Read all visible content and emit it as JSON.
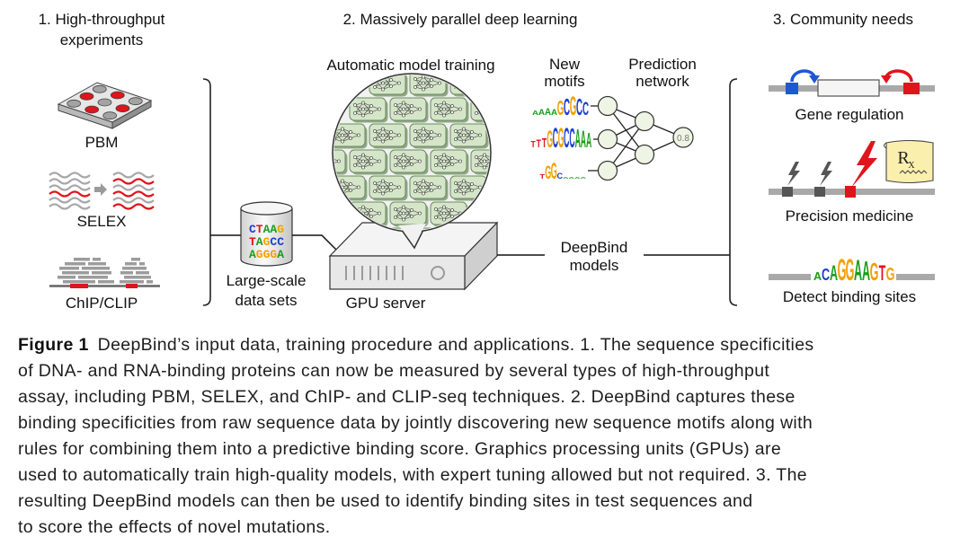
{
  "section1": {
    "title_lines": [
      "1. High-throughput",
      "experiments"
    ],
    "pbm_label": "PBM",
    "selex_label": "SELEX",
    "chip_clip_label": "ChIP/CLIP"
  },
  "section2": {
    "title": "2. Massively parallel deep learning",
    "training_label": "Automatic model training",
    "motifs_label_lines": [
      "New",
      "motifs"
    ],
    "network_label_lines": [
      "Prediction",
      "network"
    ],
    "network_output_value": "0.8",
    "datasets": {
      "sequences": [
        "CTAAG",
        "TAGCC",
        "AGGGA"
      ],
      "label_lines": [
        "Large-scale",
        "data sets"
      ]
    },
    "gpu_label": "GPU server",
    "models_label_lines": [
      "DeepBind",
      "models"
    ],
    "motif_logos": [
      {
        "letters": "AAAAGCGCC",
        "weights": [
          0.25,
          0.3,
          0.35,
          0.3,
          0.75,
          0.85,
          0.95,
          0.85,
          0.7
        ]
      },
      {
        "letters": "TTTGCGCCAAA",
        "weights": [
          0.3,
          0.35,
          0.45,
          0.8,
          0.95,
          0.95,
          0.95,
          0.9,
          0.85,
          0.8,
          0.7
        ]
      },
      {
        "letters": "TGGCAAAA",
        "weights": [
          0.25,
          0.7,
          0.8,
          0.3,
          0.1,
          0.1,
          0.08,
          0.08
        ]
      }
    ]
  },
  "section3": {
    "title": "3. Community needs",
    "gene_regulation_label": "Gene regulation",
    "precision_medicine_label": "Precision medicine",
    "prescription": {
      "symbol": "R",
      "subscript": "X"
    },
    "binding_sites_label": "Detect binding sites",
    "binding_logo": {
      "letters": "ACAGGAAGTG",
      "weights": [
        0.35,
        0.5,
        0.65,
        0.95,
        0.95,
        0.9,
        0.85,
        0.75,
        0.65,
        0.55
      ]
    }
  },
  "colors": {
    "A": "#1a9e1a",
    "C": "#1d3fd0",
    "G": "#f2a100",
    "T": "#e0141a",
    "highlight_red": "#e0141a",
    "regulator_blue": "#1d57d6",
    "model_tile": "#d5e6c8",
    "network_node": "#eef5e4",
    "prescription_paper": "#fbefae"
  },
  "caption": {
    "label": "Figure 1",
    "lines": [
      "DeepBind’s input data, training procedure and applications. 1. The sequence specificities",
      "of DNA- and RNA-binding proteins can now be measured by several types of high-throughput",
      "assay, including PBM, SELEX, and ChIP- and CLIP-seq techniques. 2. DeepBind captures these",
      "binding specificities from raw sequence data by jointly discovering new sequence motifs along with",
      "rules for combining them into a predictive binding score. Graphics processing units (GPUs) are",
      "used to automatically train high-quality models, with expert tuning allowed but not required. 3. The",
      "resulting DeepBind models can then be used to identify binding sites in test sequences and",
      "to score the effects of novel mutations."
    ]
  }
}
